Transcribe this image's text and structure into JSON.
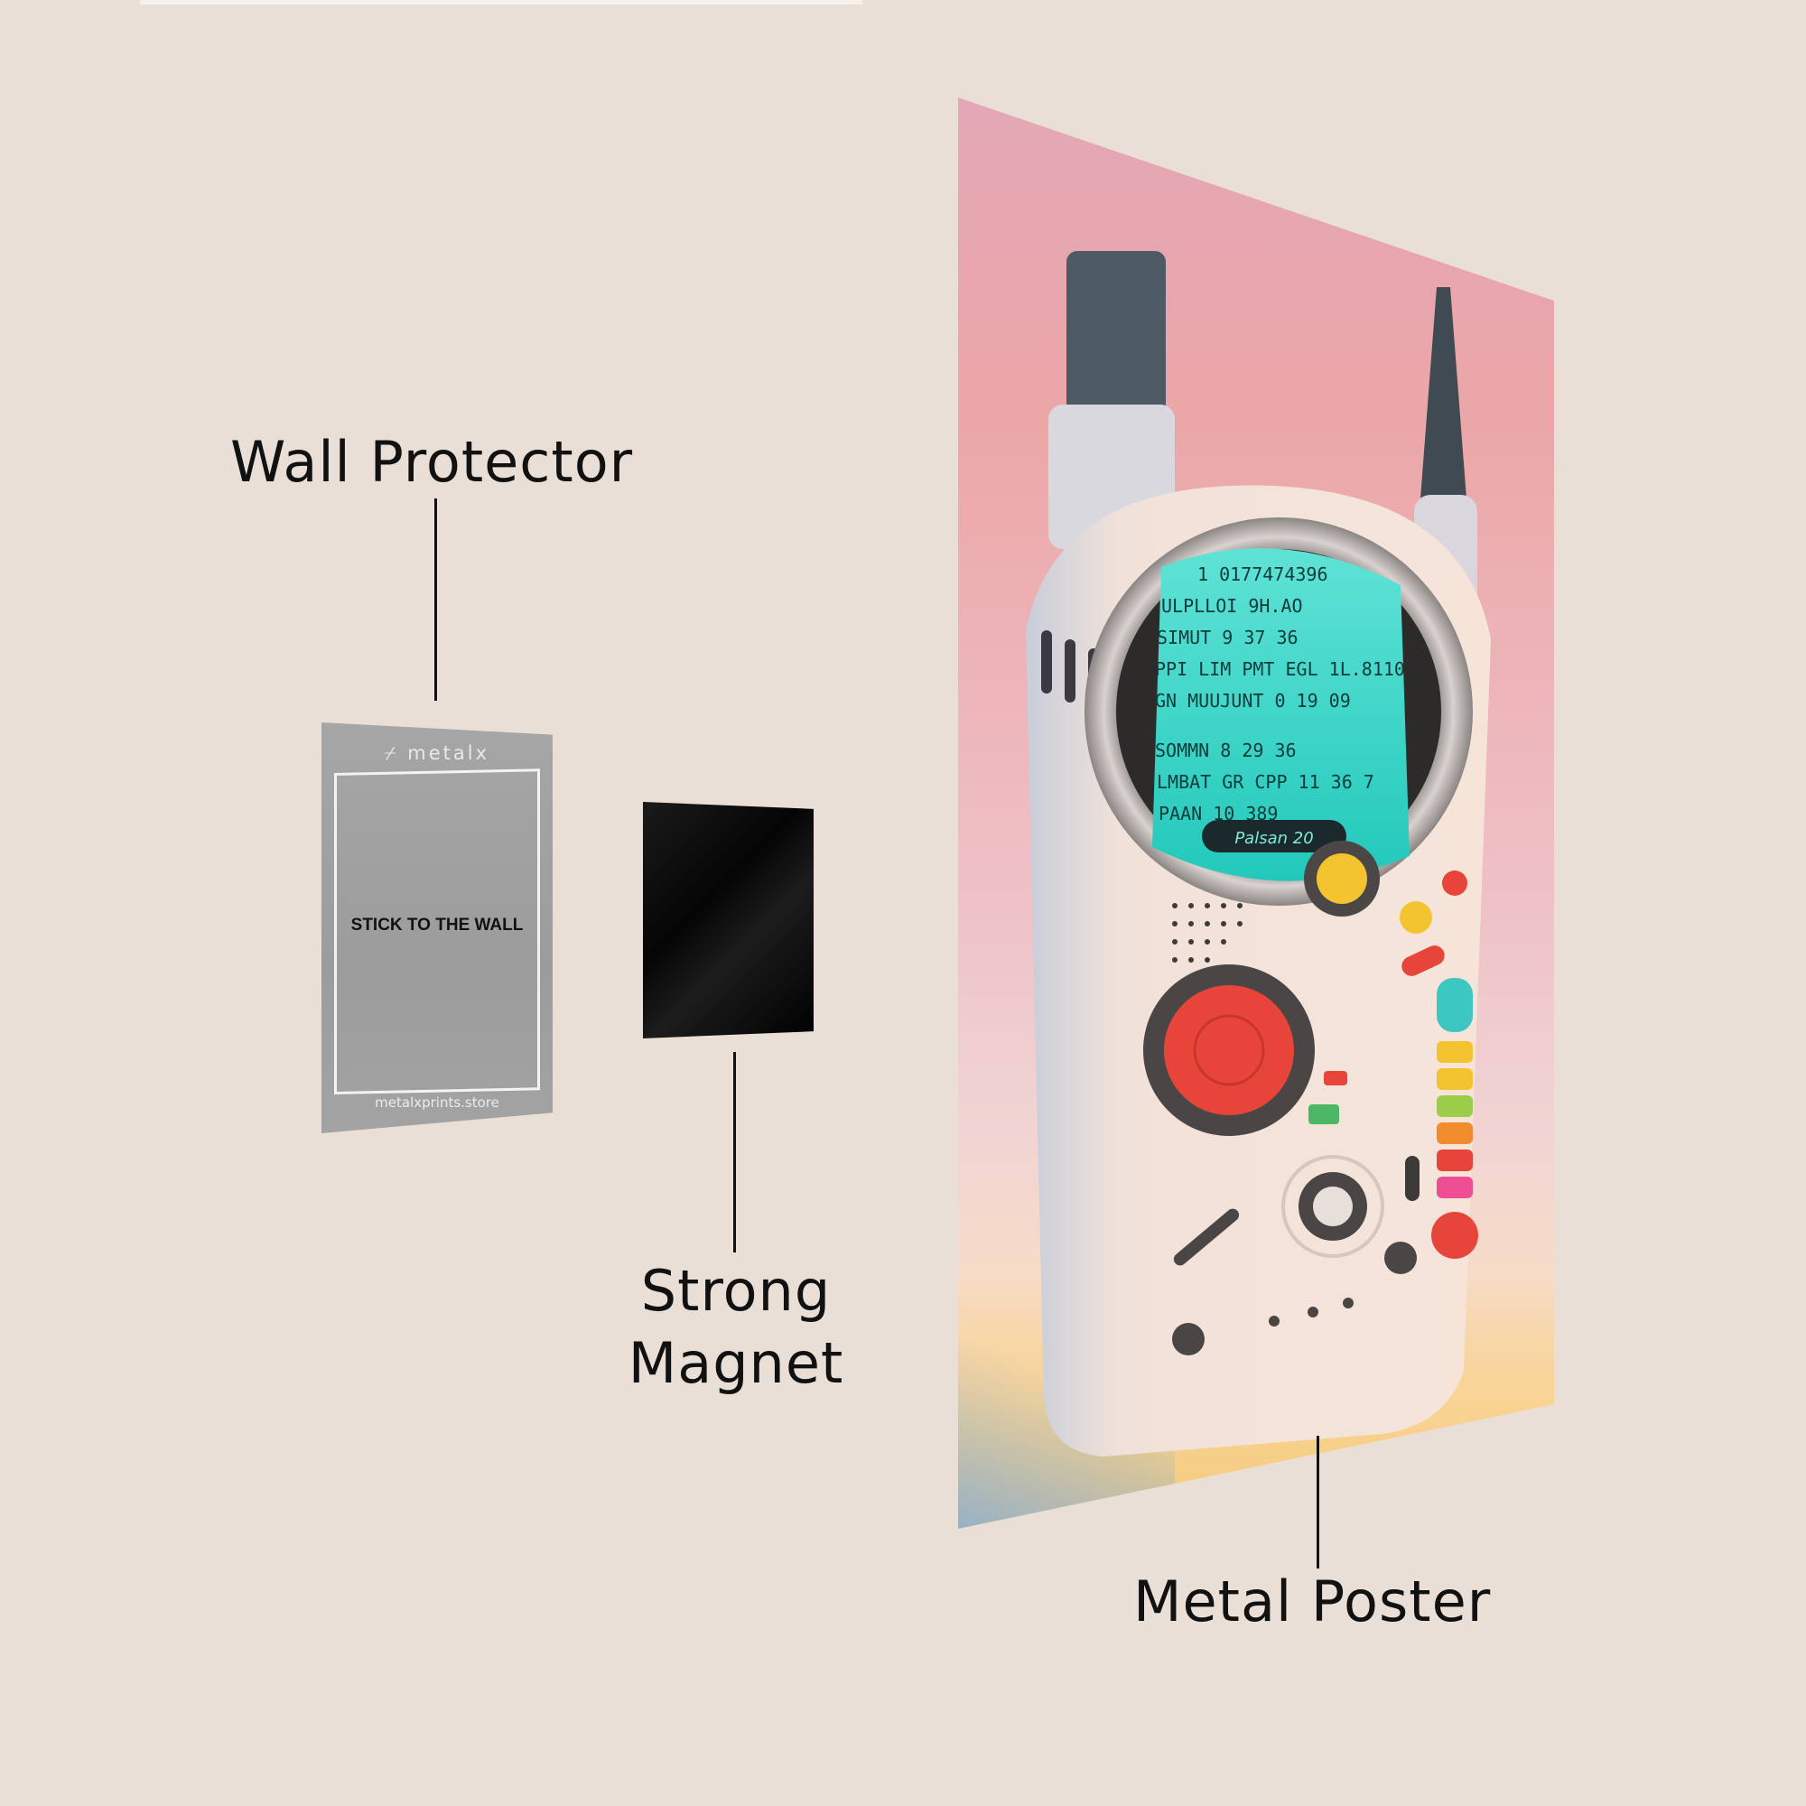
{
  "labels": {
    "wall_protector": "Wall Protector",
    "strong_magnet": "Strong Magnet",
    "metal_poster": "Metal Poster"
  },
  "protector_card": {
    "brand": "⌿ metalx",
    "instruction": "STICK TO THE WALL",
    "website": "metalxprints.store"
  },
  "poster_art": {
    "screen_lines": [
      "1 0177474396",
      "ULPLLOI 9H.AO",
      "SIMUT 9 37 36",
      "PPI LIM PMT EGL 1L.8110",
      "GN MUUJUNT 0 19 09",
      "SOMMN 8 29 36",
      "LMBAT GR CPP 11 36 7",
      "PAAN 10 389"
    ],
    "model_label": "Palsan 20"
  },
  "colors": {
    "background": "#eadfd7",
    "screen": "#34d6c8",
    "red_button": "#e8453a",
    "yellow_button": "#f3c430"
  }
}
